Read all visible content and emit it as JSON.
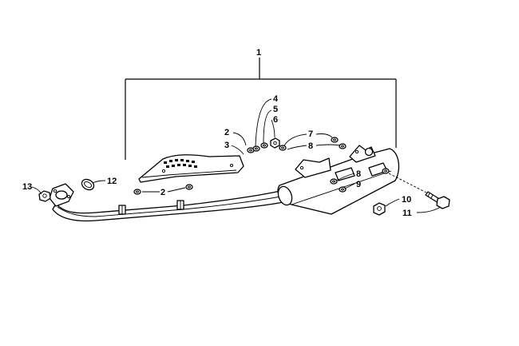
{
  "diagram": {
    "callouts": {
      "c1": "1",
      "c2a": "2",
      "c2b": "2",
      "c3": "3",
      "c4": "4",
      "c5": "5",
      "c6": "6",
      "c7": "7",
      "c8a": "8",
      "c8b": "8",
      "c9": "9",
      "c10": "10",
      "c11": "11",
      "c12": "12",
      "c13": "13"
    },
    "colors": {
      "line": "#000000",
      "background": "#ffffff"
    }
  }
}
